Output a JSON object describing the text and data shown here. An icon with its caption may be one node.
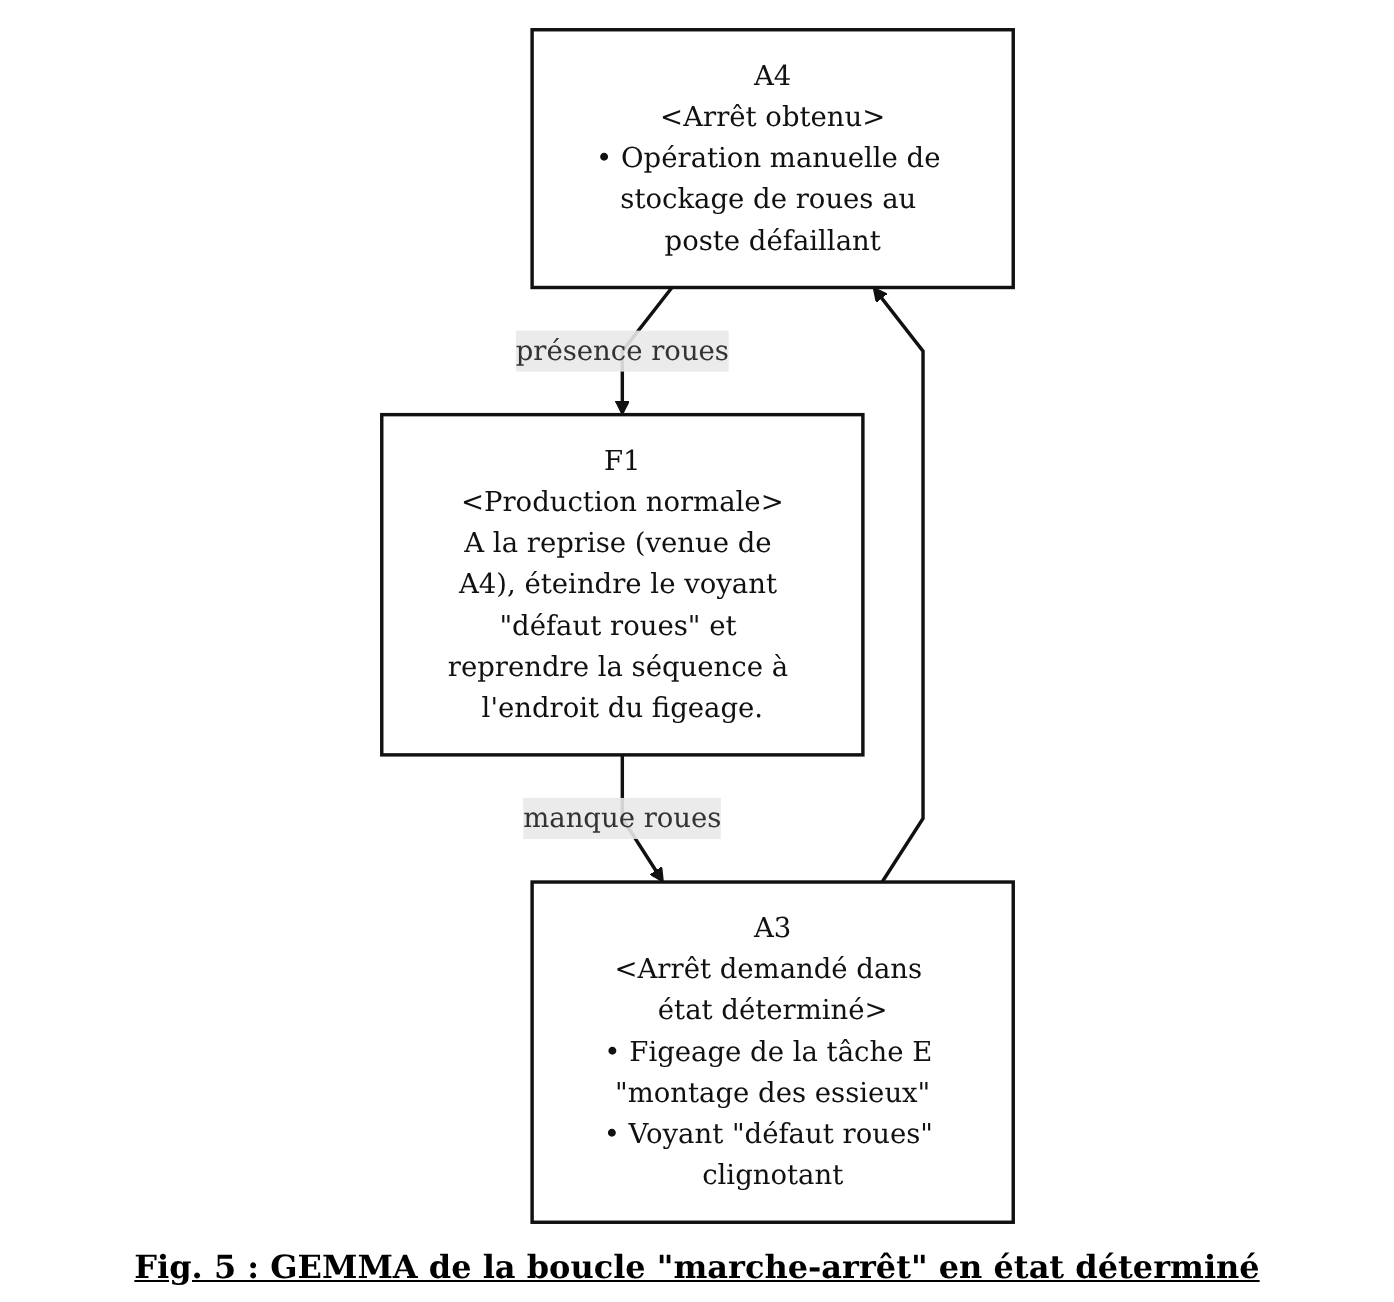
{
  "diagram": {
    "caption": "Fig. 5 : GEMMA de la boucle \"marche-arrêt\" en état déterminé",
    "nodes": [
      {
        "text": [
          "A4",
          "<Arrêt obtenu>",
          "• Opération manuelle de stockage de roues au poste défaillant"
        ]
      },
      {
        "text": [
          "A3",
          "<Arrêt demandé dans état déterminé>",
          "• Figeage de la tâche E \"montage des essieux\"",
          "• Voyant \"défaut roues\" clignotant"
        ]
      },
      {
        "text": [
          "F1",
          "<Production normale>",
          "A la reprise (venue de A4), éteindre le voyant \"défaut roues\" et reprendre la séquence à l'endroit du figeage."
        ]
      }
    ],
    "edges": [
      {
        "from": 0,
        "to": 2,
        "arrow": "to",
        "label": "présence roues"
      },
      {
        "from": 2,
        "to": 1,
        "arrow": "to",
        "label": "manque roues"
      },
      {
        "from": 1,
        "to": 0,
        "arrow": "to"
      }
    ]
  }
}
